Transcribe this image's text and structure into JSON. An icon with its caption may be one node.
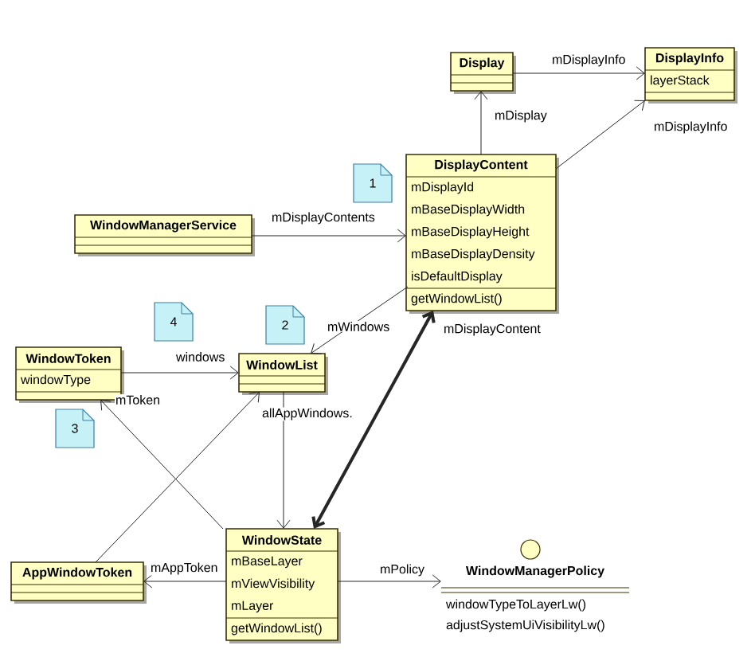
{
  "diagram": {
    "nodes": [
      {
        "text": [
          "Display"
        ]
      },
      {
        "text": [
          "DisplayInfo",
          "layerStack"
        ]
      },
      {
        "text": [
          "WindowManagerService"
        ]
      },
      {
        "text": [
          "1"
        ]
      },
      {
        "text": [
          "DisplayContent",
          "mDisplayId",
          "mBaseDisplayWidth",
          "mBaseDisplayHeight",
          "mBaseDisplayDensity",
          "isDefaultDisplay",
          "getWindowList()"
        ]
      },
      {
        "text": [
          "4"
        ]
      },
      {
        "text": [
          "2"
        ]
      },
      {
        "text": [
          "WindowToken",
          "windowType"
        ]
      },
      {
        "text": [
          "WindowList"
        ]
      },
      {
        "text": [
          "3"
        ]
      },
      {
        "text": [
          "AppWindowToken"
        ]
      },
      {
        "text": [
          "WindowState",
          "mBaseLayer",
          "mViewVisibility",
          "mLayer",
          "getWindowList()"
        ]
      },
      {
        "text": [
          "WindowManagerPolicy",
          "windowTypeToLayerLw()",
          "adjustSystemUiVisibilityLw()"
        ]
      }
    ],
    "edges": [
      {
        "from": 0,
        "to": 1,
        "arrow": "to",
        "label": "mDisplayInfo"
      },
      {
        "from": 4,
        "to": 0,
        "arrow": "to",
        "label": "mDisplay"
      },
      {
        "from": 4,
        "to": 1,
        "arrow": "to",
        "label": "mDisplayInfo"
      },
      {
        "from": 2,
        "to": 4,
        "arrow": "to",
        "label": "mDisplayContents"
      },
      {
        "from": 4,
        "to": 8,
        "arrow": "to",
        "label": "mWindows"
      },
      {
        "from": 7,
        "to": 8,
        "arrow": "to",
        "label": "windows"
      },
      {
        "from": 8,
        "to": 11,
        "arrow": "to"
      },
      {
        "from": 11,
        "to": 4,
        "arrow": "both",
        "style": "thick",
        "label": "mDisplayContent"
      },
      {
        "from": 11,
        "to": 7,
        "arrow": "to",
        "label": "mToken"
      },
      {
        "from": 10,
        "to": 8,
        "arrow": "to",
        "label": "allAppWindows."
      },
      {
        "from": 11,
        "to": 10,
        "arrow": "to",
        "label": "mAppToken"
      },
      {
        "from": 11,
        "to": 12,
        "arrow": "to",
        "label": "mPolicy"
      }
    ]
  }
}
